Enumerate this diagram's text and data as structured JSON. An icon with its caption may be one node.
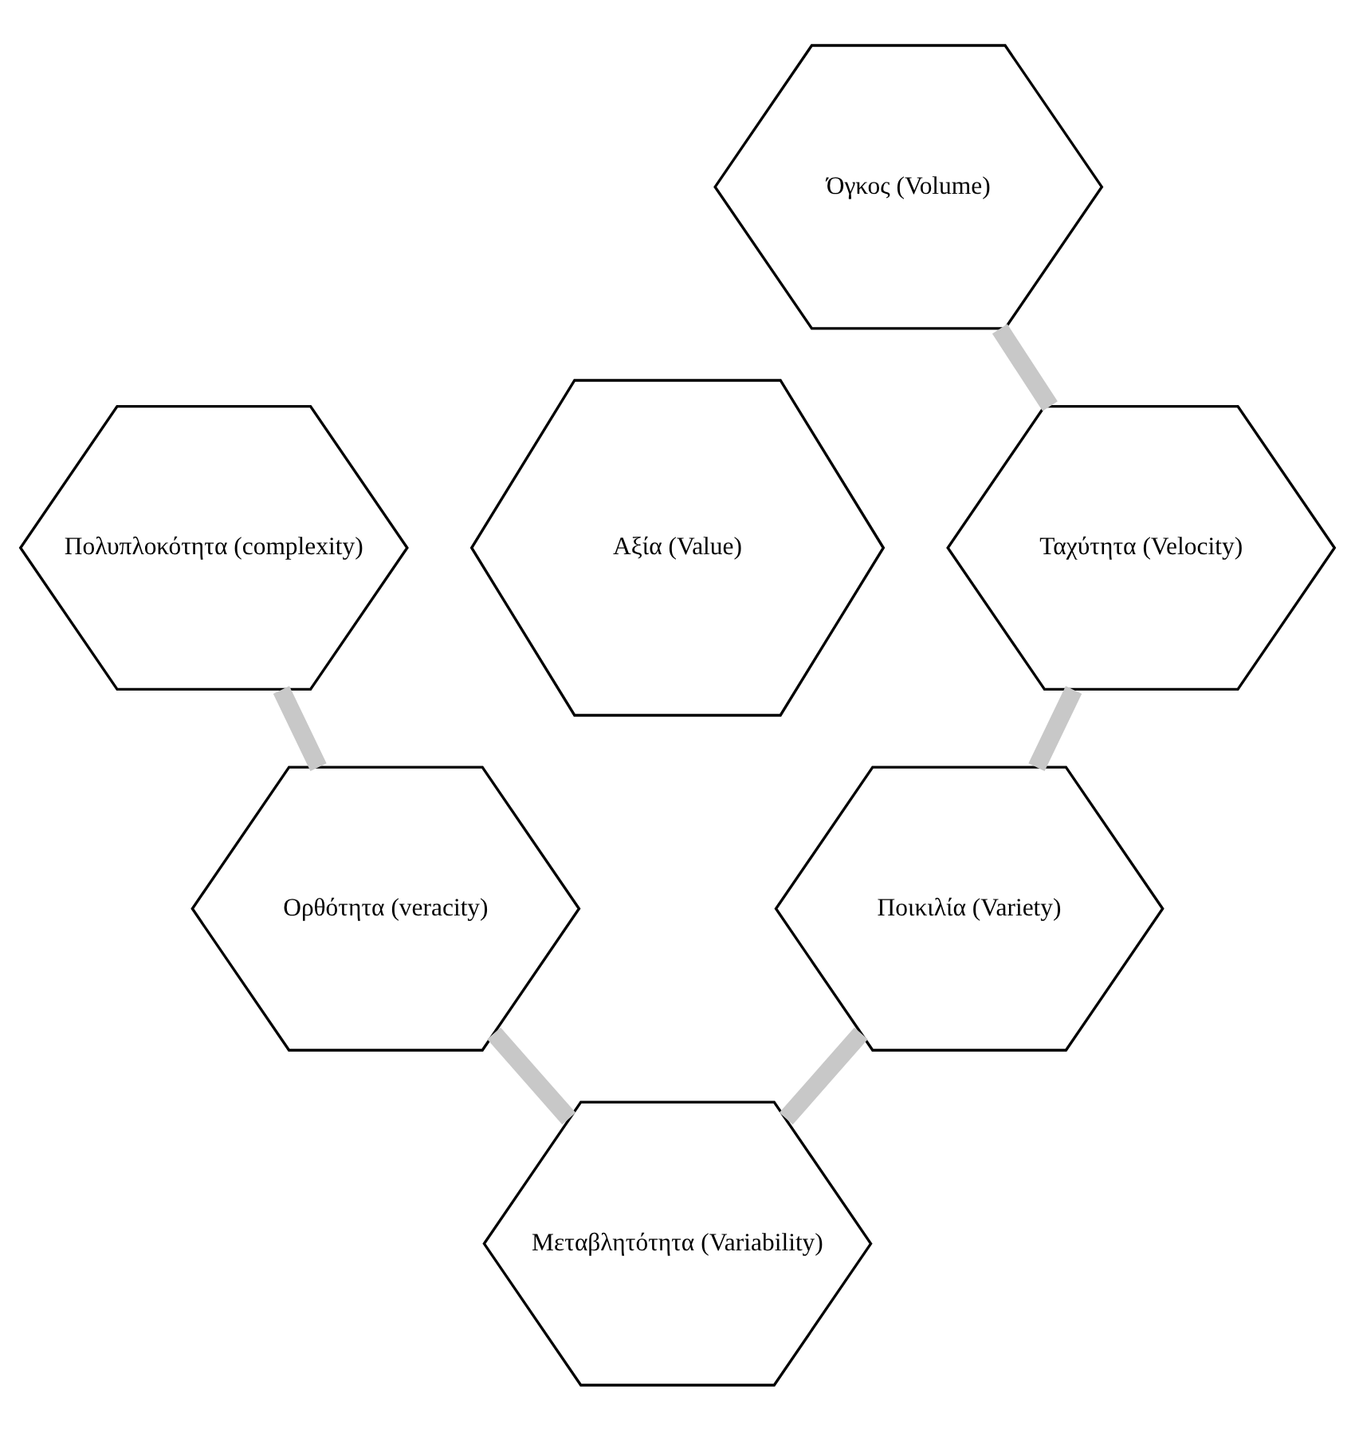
{
  "diagram": {
    "nodes": [
      {
        "text": [
          "Όγκος (Volume)"
        ]
      },
      {
        "text": [
          "Πολυπλοκότητα (complexity)"
        ]
      },
      {
        "text": [
          "Ταχύτητα (Velocity)"
        ]
      },
      {
        "text": [
          "Αξία (Value)"
        ]
      },
      {
        "text": [
          "Ορθότητα (veracity)"
        ]
      },
      {
        "text": [
          "Ποικιλία (Variety)"
        ]
      },
      {
        "text": [
          "Μεταβλητότητα (Variability)"
        ]
      }
    ],
    "edges": [
      {
        "from": 0,
        "to": 2,
        "arrow": "none"
      },
      {
        "from": 2,
        "to": 5,
        "arrow": "none"
      },
      {
        "from": 5,
        "to": 6,
        "arrow": "none"
      },
      {
        "from": 6,
        "to": 4,
        "arrow": "none"
      },
      {
        "from": 4,
        "to": 1,
        "arrow": "none"
      }
    ]
  }
}
